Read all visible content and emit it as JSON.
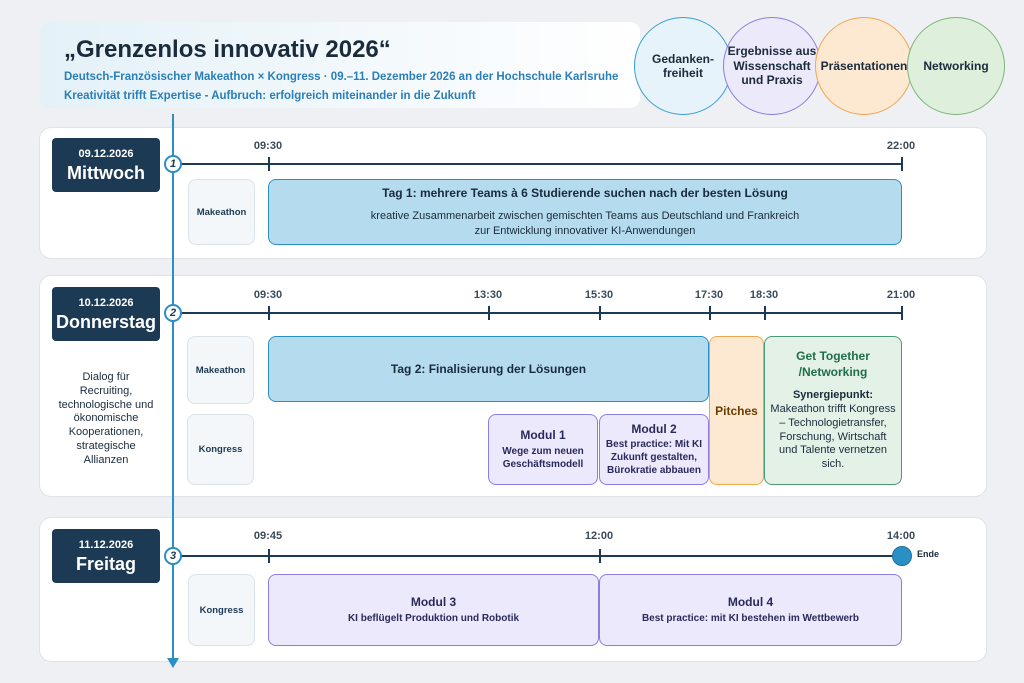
{
  "header": {
    "title": "„Grenzenlos innovativ 2026“",
    "subtitle": "Deutsch-Französischer Makeathon × Kongress · 09.–11. Dezember 2026 an der Hochschule Karlsruhe",
    "tagline": "Kreativität trifft Expertise - Aufbruch: erfolgreich miteinander in die Zukunft"
  },
  "themes": [
    {
      "label": "Gedanken-\nfreiheit",
      "color": "#3a9fd1"
    },
    {
      "label": "Ergebnisse aus\nWissenschaft\nund Praxis",
      "color": "#8a7ee0"
    },
    {
      "label": "Präsentationen",
      "color": "#f0a650"
    },
    {
      "label": "Networking",
      "color": "#7db57a"
    }
  ],
  "days": [
    {
      "num": "1",
      "date": "09.12.2026",
      "name": "Mittwoch",
      "times": [
        "09:30",
        "22:00"
      ],
      "tracks": [
        "Makeathon"
      ],
      "blocks": [
        {
          "title": "Tag 1: mehrere Teams à 6 Studierende suchen nach der besten Lösung",
          "text": "kreative Zusammenarbeit zwischen gemischten Teams aus Deutschland und Frankreich\nzur Entwicklung innovativer KI-Anwendungen"
        }
      ]
    },
    {
      "num": "2",
      "date": "10.12.2026",
      "name": "Donnerstag",
      "times": [
        "09:30",
        "13:30",
        "15:30",
        "17:30",
        "18:30",
        "21:00"
      ],
      "tracks": [
        "Makeathon",
        "Kongress"
      ],
      "side_note": "Dialog für\nRecruiting,\ntechnologische und\nökonomische\nKooperationen,\nstrategische\nAllianzen",
      "blocks": [
        {
          "title": "Tag 2: Finalisierung der Lösungen"
        },
        {
          "title": "Modul 1",
          "text": "Wege zum neuen\nGeschäftsmodell"
        },
        {
          "title": "Modul 2",
          "text": "Best practice: Mit KI\nZukunft gestalten,\nBürokratie abbauen"
        },
        {
          "title": "Pitches"
        },
        {
          "title": "Get Together\n/Networking",
          "subtitle": "Synergiepunkt:",
          "text": "Makeathon trifft Kongress\n– Technologietransfer,\nForschung, Wirtschaft\nund Talente vernetzen\nsich."
        }
      ]
    },
    {
      "num": "3",
      "date": "11.12.2026",
      "name": "Freitag",
      "times": [
        "09:45",
        "12:00",
        "14:00"
      ],
      "tracks": [
        "Kongress"
      ],
      "end_label": "Ende",
      "blocks": [
        {
          "title": "Modul 3",
          "text": "KI beflügelt Produktion und Robotik"
        },
        {
          "title": "Modul 4",
          "text": "Best practice: mit KI bestehen im Wettbewerb"
        }
      ]
    }
  ]
}
